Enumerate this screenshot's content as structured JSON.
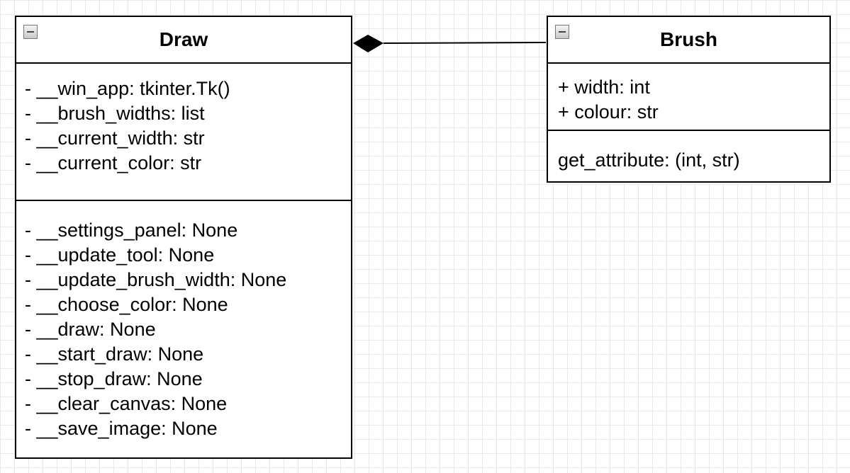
{
  "classes": {
    "draw": {
      "name": "Draw",
      "attributes": [
        "- __win_app: tkinter.Tk()",
        "- __brush_widths: list",
        "- __current_width: str",
        "- __current_color: str"
      ],
      "operations": [
        "- __settings_panel: None",
        "- __update_tool: None",
        "- __update_brush_width: None",
        "- __choose_color: None",
        "- __draw: None",
        "- __start_draw: None",
        "- __stop_draw: None",
        "- __clear_canvas: None",
        "- __save_image: None"
      ]
    },
    "brush": {
      "name": "Brush",
      "attributes": [
        "+ width: int",
        "+ colour: str"
      ],
      "operations": [
        "get_attribute: (int, str)"
      ]
    }
  },
  "relationship": {
    "type": "composition",
    "whole": "Draw",
    "part": "Brush"
  },
  "colors": {
    "line": "#000000",
    "grid": "#e9e9e9",
    "background": "#ffffff"
  },
  "icons": {
    "collapse": "minus-square-icon"
  }
}
